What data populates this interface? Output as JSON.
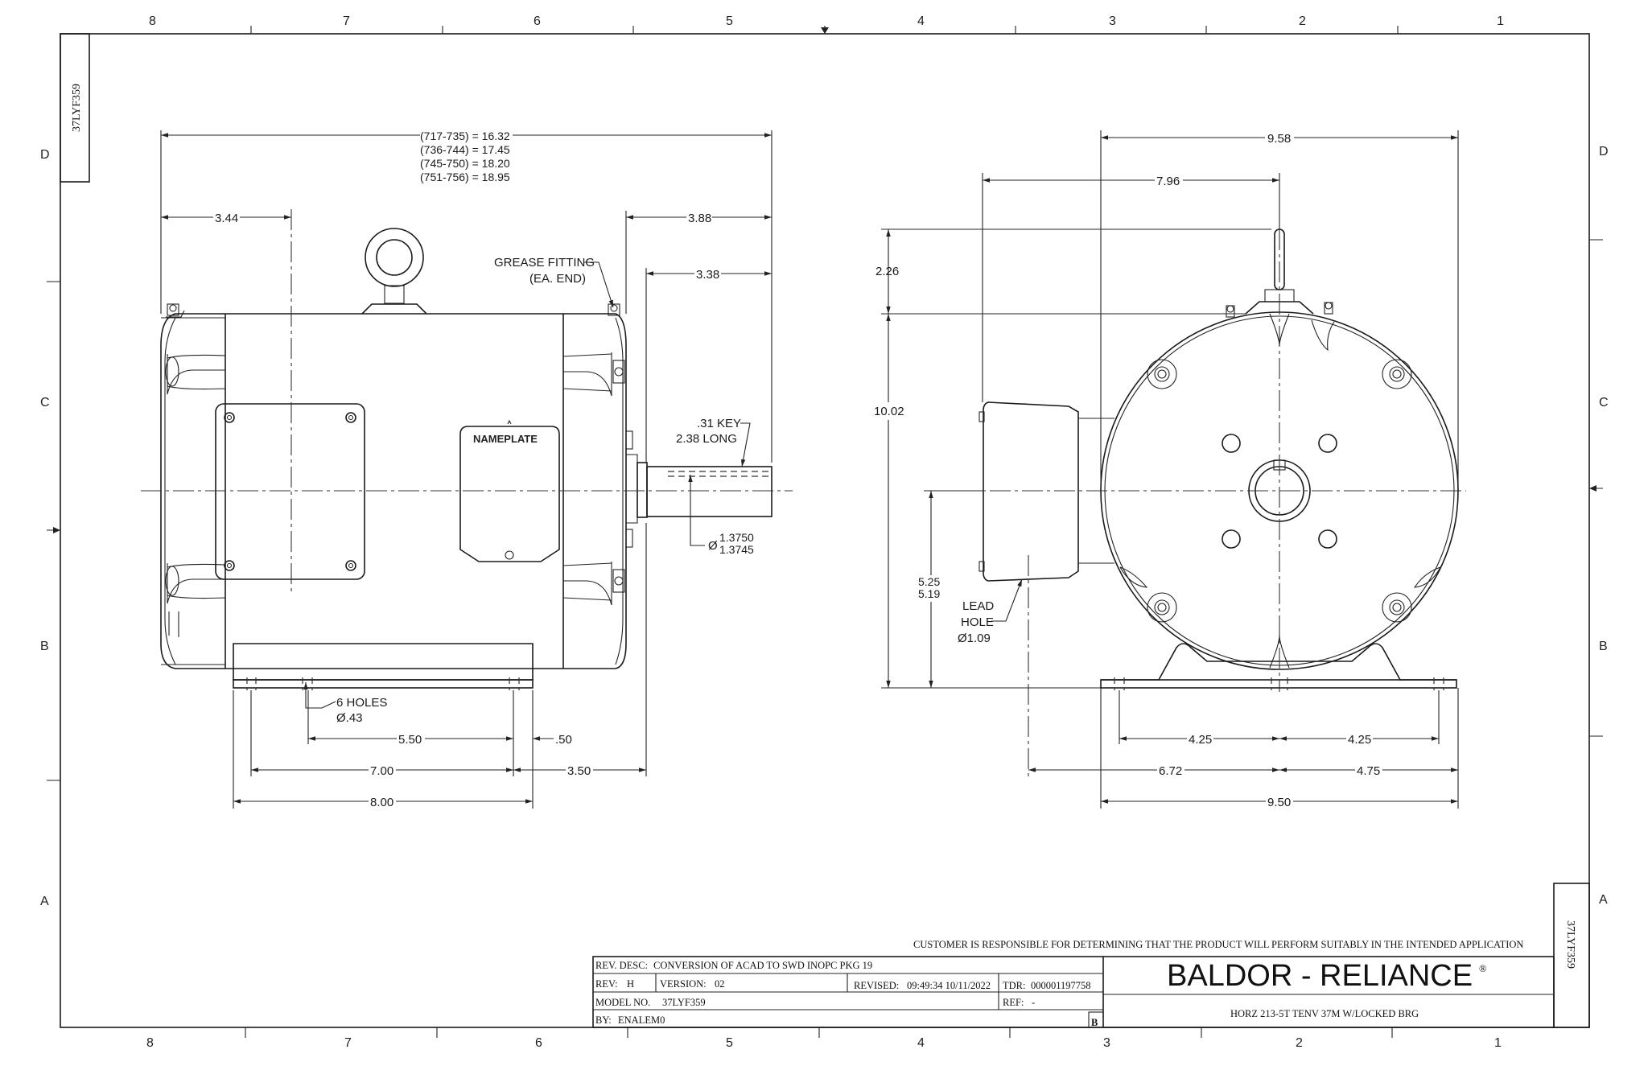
{
  "border": {
    "top_columns": [
      "8",
      "7",
      "6",
      "5",
      "4",
      "3",
      "2",
      "1"
    ],
    "bottom_columns": [
      "8",
      "7",
      "6",
      "5",
      "4",
      "3",
      "2",
      "1"
    ],
    "left_rows": [
      "D",
      "C",
      "B",
      "A"
    ],
    "right_rows": [
      "D",
      "C",
      "B",
      "A"
    ]
  },
  "drawing_number": "37LYF359",
  "side_view": {
    "overall_length": [
      "(717-735) = 16.32",
      "(736-744) = 17.45",
      "(745-750) = 18.20",
      "(751-756) = 18.95"
    ],
    "dim_3_44": "3.44",
    "dim_3_88": "3.88",
    "dim_3_38": "3.38",
    "grease_fitting": [
      "GREASE FITTING",
      "(EA. END)"
    ],
    "nameplate": "NAMEPLATE",
    "key": [
      ".31 KEY",
      "2.38 LONG"
    ],
    "shaft_dia": [
      "1.3750",
      "1.3745"
    ],
    "shaft_dia_symbol": "Ø",
    "holes": [
      "6 HOLES",
      "Ø.43"
    ],
    "dim_5_50": "5.50",
    "dim_50": ".50",
    "dim_7_00": "7.00",
    "dim_3_50": "3.50",
    "dim_8_00": "8.00"
  },
  "end_view": {
    "dim_9_58": "9.58",
    "dim_7_96": "7.96",
    "dim_2_26": "2.26",
    "dim_10_02": "10.02",
    "dim_5_25": "5.25",
    "dim_5_19": "5.19",
    "lead_hole": [
      "LEAD",
      "HOLE",
      "Ø1.09"
    ],
    "dim_4_25_left": "4.25",
    "dim_4_25_right": "4.25",
    "dim_6_72": "6.72",
    "dim_4_75": "4.75",
    "dim_9_50": "9.50"
  },
  "title_block": {
    "disclaimer": "CUSTOMER IS RESPONSIBLE FOR DETERMINING THAT THE PRODUCT WILL PERFORM SUITABLY IN THE INTENDED APPLICATION",
    "rev_desc_label": "REV. DESC:",
    "rev_desc": "CONVERSION OF ACAD TO SWD INOPC PKG 19",
    "rev_label": "REV:",
    "rev": "H",
    "version_label": "VERSION:",
    "version": "02",
    "revised_label": "REVISED:",
    "revised": "09:49:34 10/11/2022",
    "tdr_label": "TDR:",
    "tdr": "000001197758",
    "model_label": "MODEL NO.",
    "model": "37LYF359",
    "ref_label": "REF:",
    "ref": "-",
    "by_label": "BY:",
    "by": "ENALEM0",
    "size": "B",
    "brand": "BALDOR - RELIANCE",
    "brand_mark": "®",
    "description": "HORZ 213-5T TENV 37M W/LOCKED BRG"
  }
}
